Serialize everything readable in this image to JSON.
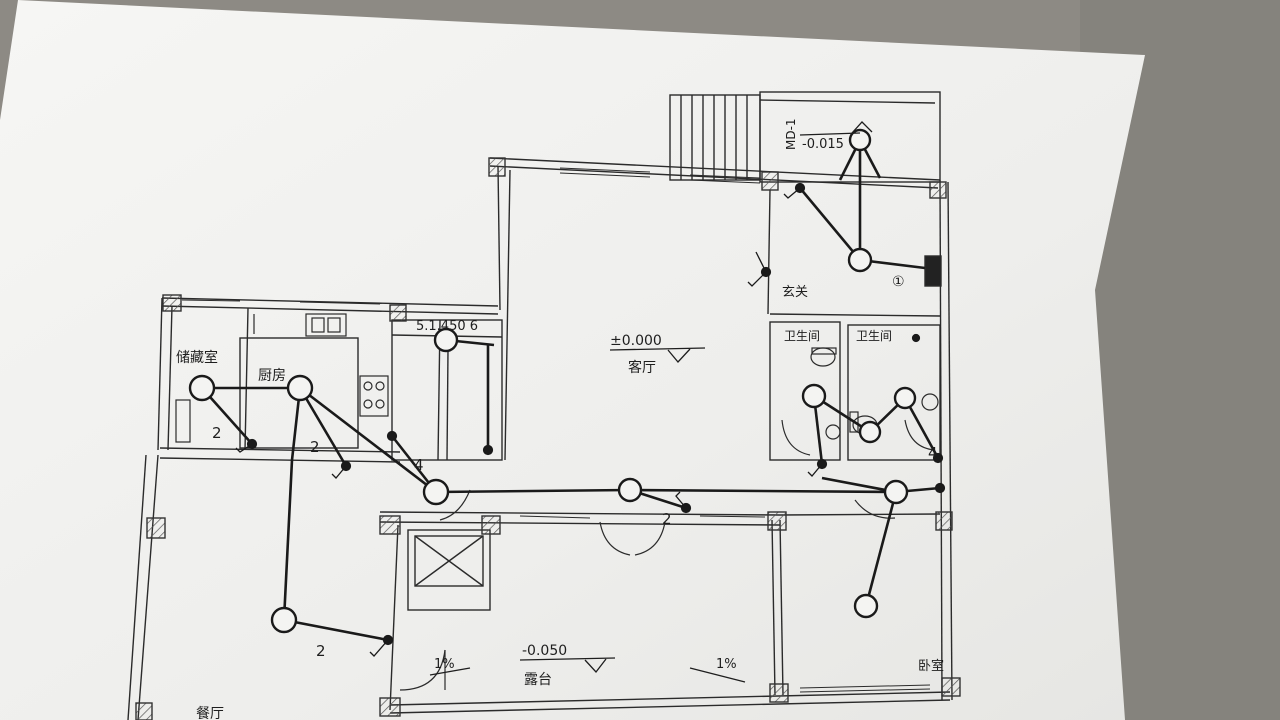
{
  "colors": {
    "background": "#8d8a84",
    "paper": "#f2f2f0",
    "linework": "#2b2b2b",
    "wiring": "#1a1a1a",
    "hatch": "#6b6b6b"
  },
  "rooms": {
    "storage": "储藏室",
    "kitchen": "厨房",
    "living": "客厅",
    "entry": "玄关",
    "bath_left": "卫生间",
    "bath_right": "卫生间",
    "terrace": "露台",
    "bedroom": "卧室",
    "dining": "餐厅"
  },
  "elevations": {
    "living": "±0.000",
    "entry_door": "-0.015",
    "terrace": "-0.050"
  },
  "door_tag": "MD-1",
  "stair_tag": "5.1.450 6",
  "slopes": [
    "1%",
    "1%"
  ],
  "wire_counts": [
    "2",
    "2",
    "2",
    "2",
    "4",
    "4"
  ],
  "circuit_tag": "①",
  "icons": {
    "light_fixture": "circle-light-icon",
    "switch": "switch-dot-icon",
    "distribution_box": "panel-box-icon",
    "sink": "sink-icon",
    "stove": "stove-icon",
    "toilet": "toilet-icon"
  }
}
